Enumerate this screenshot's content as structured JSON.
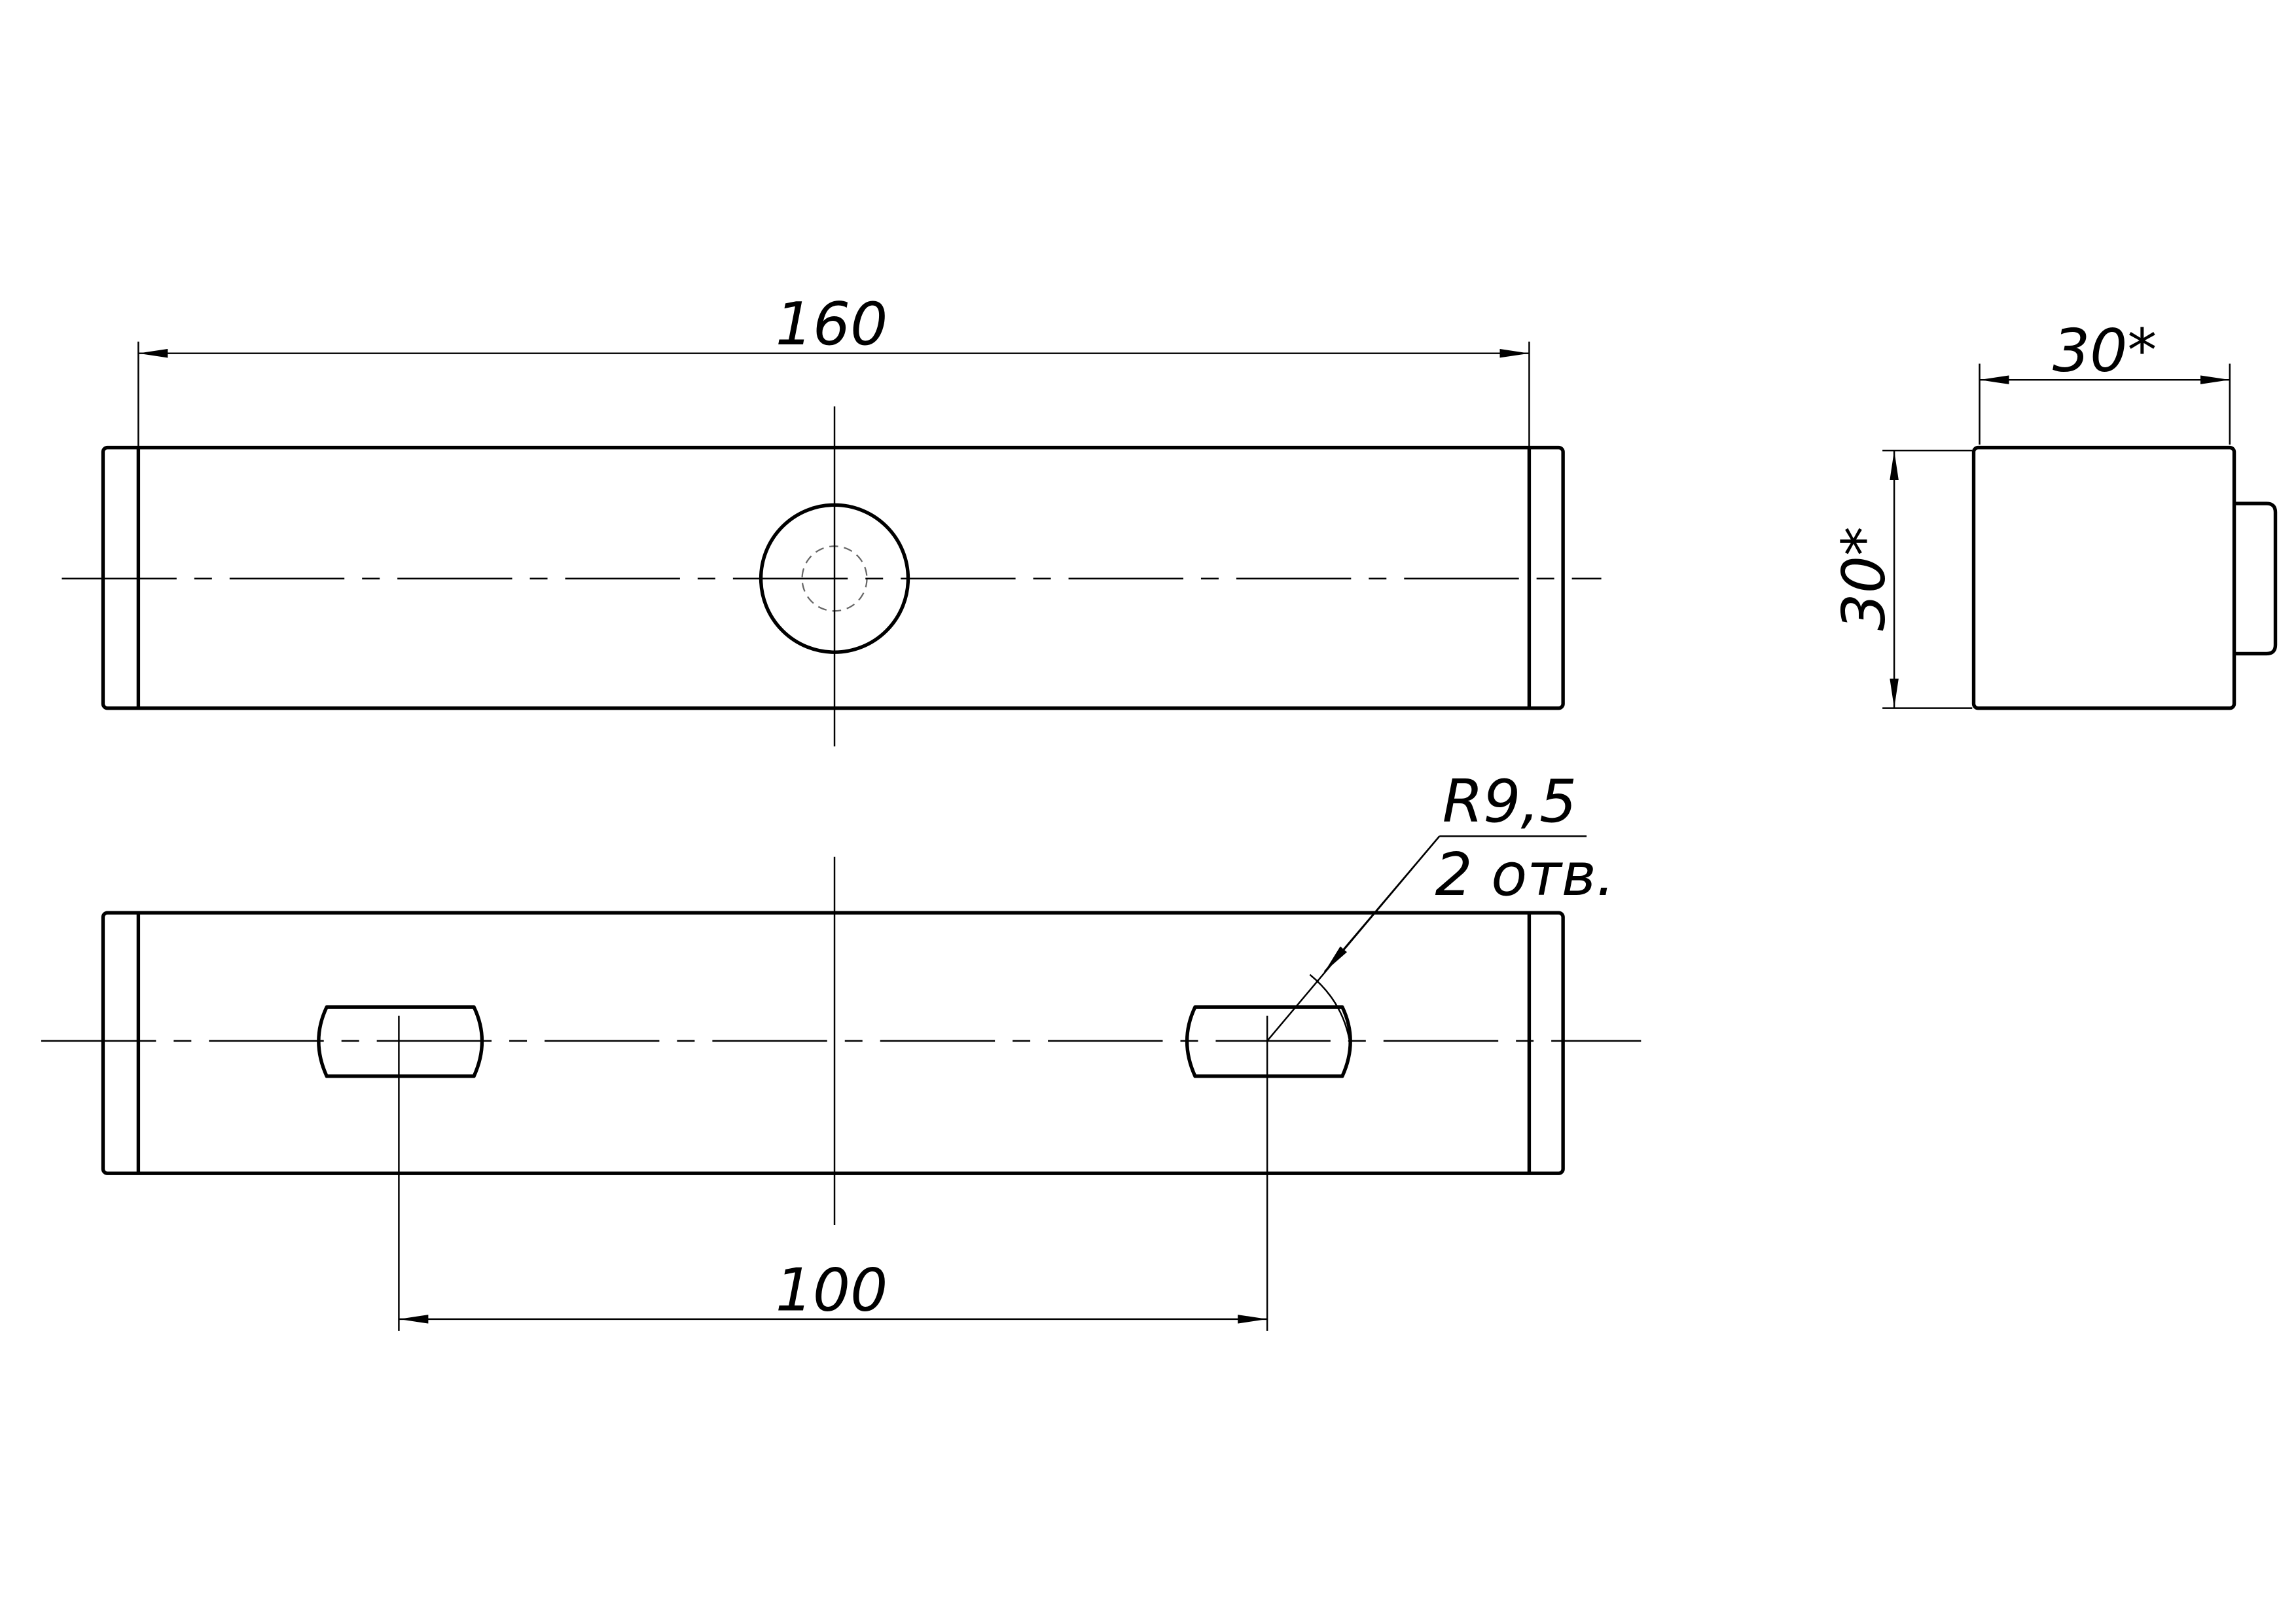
{
  "drawing": {
    "dimensions": {
      "overall_length": "160",
      "hole_spacing": "100",
      "side_width": "30*",
      "side_height": "30*",
      "slot_radius": "R9,5",
      "slot_count": "2 отв."
    },
    "colors": {
      "line": "#000000",
      "background": "#ffffff"
    }
  }
}
